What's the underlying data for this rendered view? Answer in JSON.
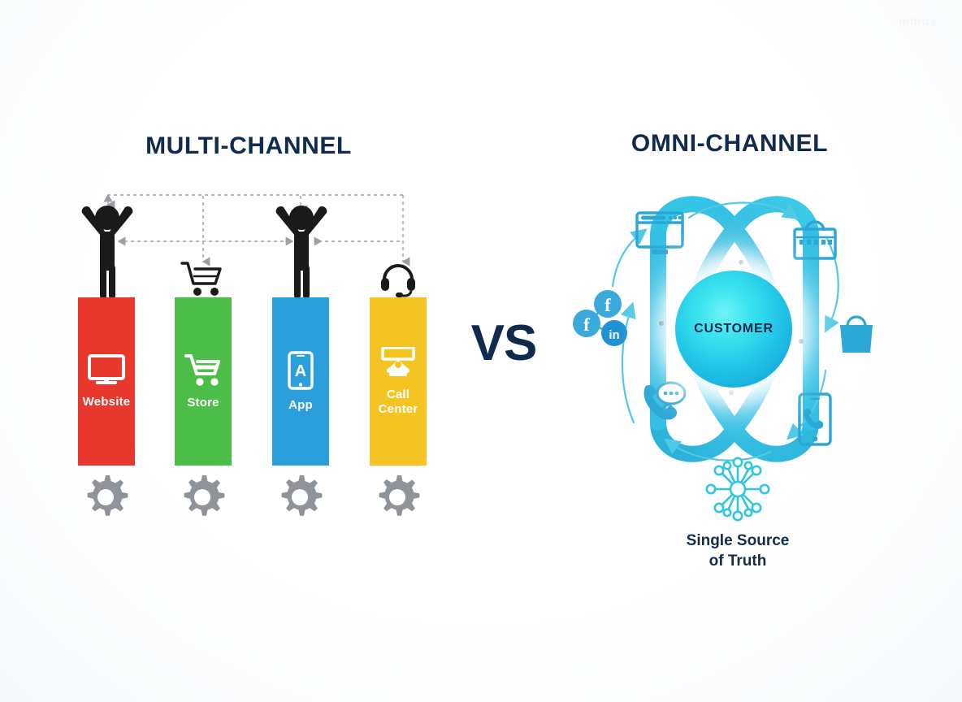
{
  "watermark": "mmos",
  "left_panel": {
    "title": "MULTI-CHANNEL",
    "channels": [
      {
        "label": "Website",
        "color": "#e8382e",
        "icon": "monitor-icon",
        "top_icon": "person-icon",
        "gear": "gear-icon"
      },
      {
        "label": "Store",
        "color": "#4cbe47",
        "icon": "shopping-cart-icon",
        "top_icon": "cart-icon",
        "gear": "gear-icon"
      },
      {
        "label": "App",
        "color": "#2b9fdb",
        "icon": "smartphone-a-icon",
        "top_icon": "person-icon",
        "gear": "gear-icon"
      },
      {
        "label": "Call\nCenter",
        "color": "#f5c423",
        "icon": "call-center-icon",
        "top_icon": "headset-icon",
        "gear": "gear-icon"
      }
    ],
    "connector_style": "dashed-arrows",
    "connector_color": "#9aa0a6"
  },
  "versus": {
    "label": "VS",
    "color": "#102a4d"
  },
  "right_panel": {
    "title": "OMNI-CHANNEL",
    "center_label": "CUSTOMER",
    "center_colors": {
      "inner": "#6ff3f6",
      "mid": "#23c9e8",
      "outer": "#1295cc"
    },
    "accent_color": "#35bfe0",
    "arc_color": "#3cc3e3",
    "touchpoints": [
      {
        "name": "browser-window-icon",
        "position": "top-left"
      },
      {
        "name": "shopping-bag-outline-icon",
        "position": "top-right"
      },
      {
        "name": "social-media-icons",
        "position": "left",
        "networks": [
          "facebook",
          "facebook",
          "linkedin"
        ]
      },
      {
        "name": "shopping-bag-filled-icon",
        "position": "right"
      },
      {
        "name": "phone-chat-icon",
        "position": "bottom-left"
      },
      {
        "name": "mobile-call-icon",
        "position": "bottom-right"
      }
    ],
    "footer": {
      "icon": "network-hub-icon",
      "label_line1": "Single Source",
      "label_line2": "of Truth"
    }
  }
}
